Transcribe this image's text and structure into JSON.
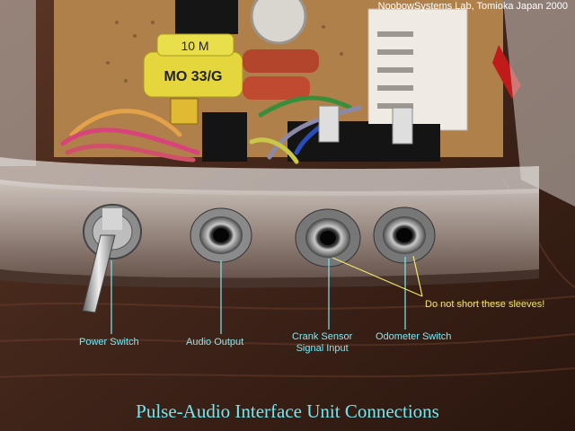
{
  "credit": "NoobowSystems Lab, Tomioka Japan 2000",
  "caption": "Pulse-Audio Interface Unit Connections",
  "labels": {
    "power_switch": "Power Switch",
    "audio_output": "Audio Output",
    "crank_sensor_line1": "Crank Sensor",
    "crank_sensor_line2": "Signal Input",
    "odometer_switch": "Odometer Switch",
    "warning": "Do not short these sleeves!"
  },
  "component_markings": {
    "capacitor_top": "10 M",
    "capacitor_bottom": "MO 33/G"
  },
  "colors": {
    "label": "#7fe9f2",
    "warning": "#f4e66a",
    "credit": "#ffffff"
  }
}
